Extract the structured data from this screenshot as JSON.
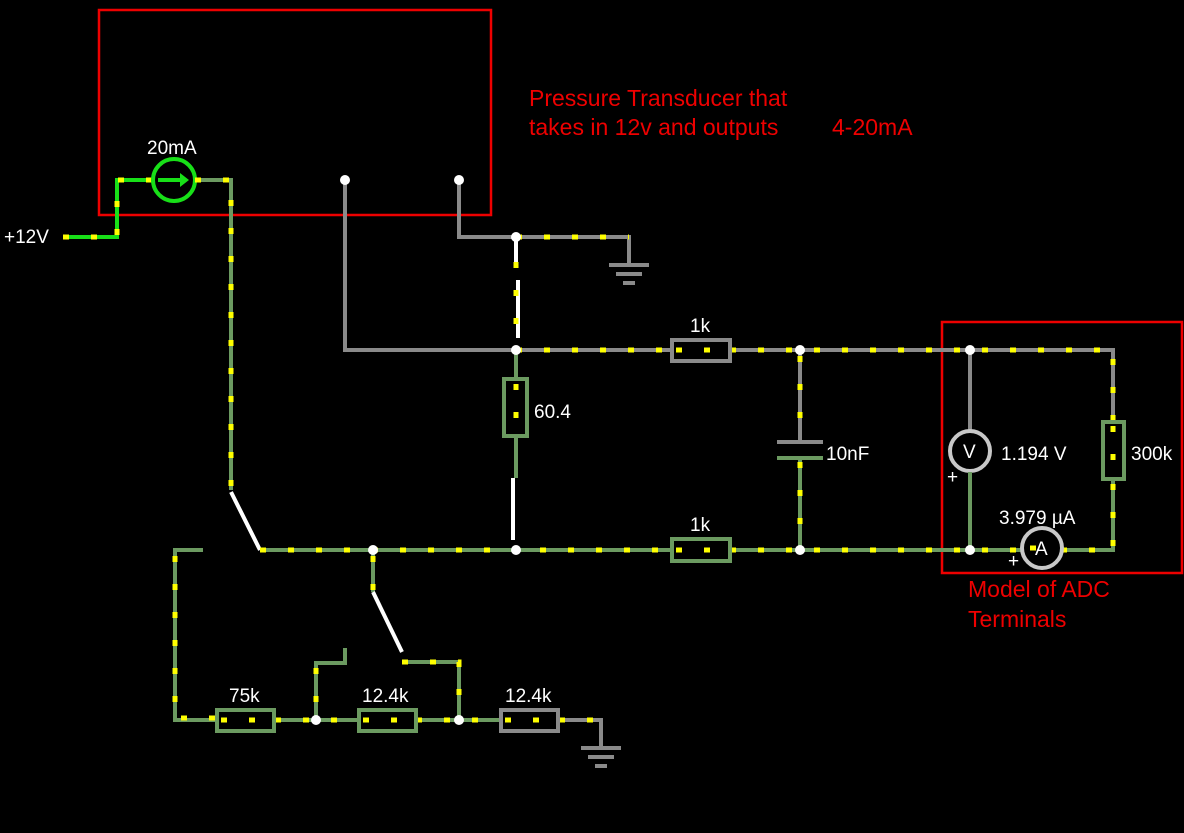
{
  "notes": {
    "transducer_line1": "Pressure Transducer that",
    "transducer_line2": "takes in 12v and outputs",
    "transducer_line3": "4-20mA",
    "adc_line1": "Model of ADC",
    "adc_line2": "Terminals"
  },
  "sources": {
    "supply": "+12V",
    "current_source": "20mA"
  },
  "components": {
    "r_sense": "60.4",
    "r_top": "1k",
    "r_bottom": "1k",
    "capacitor": "10nF",
    "r_adc": "300k",
    "r_75k": "75k",
    "r_12k4_a": "12.4k",
    "r_12k4_b": "12.4k"
  },
  "meters": {
    "voltmeter_symbol": "V",
    "voltmeter_reading": "1.194 V",
    "ammeter_symbol": "A",
    "ammeter_reading": "3.979 µA",
    "plus_v": "+",
    "plus_a": "+"
  },
  "colors": {
    "annotation": "#e00000",
    "wire_active": "#6b9a60",
    "wire_idle": "#8a8a8a",
    "current_dots": "#ffff00",
    "current_source": "#18e018"
  },
  "icons": [
    "ground-icon",
    "current-source-icon",
    "voltmeter-icon",
    "ammeter-icon",
    "switch-icon",
    "capacitor-icon",
    "resistor-icon"
  ]
}
